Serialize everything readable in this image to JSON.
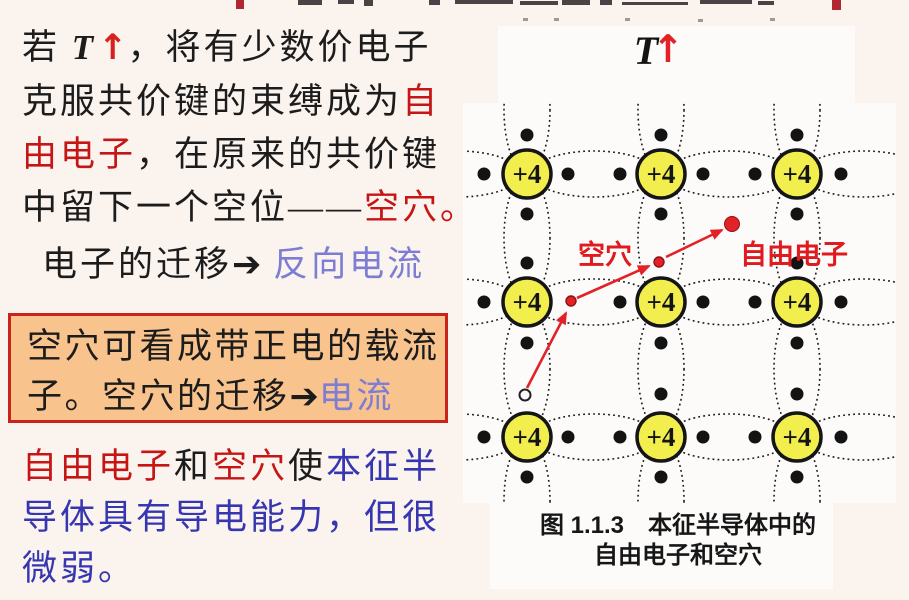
{
  "slide": {
    "p1": {
      "seg1": "若 ",
      "temp": "T",
      "arrow": "↑",
      "seg2": "，将有少数价电子",
      "l2_black": "克服共价键的束缚成为",
      "l2_red": "自",
      "l3_red": "由电子",
      "l3_black": "，在原来的共价键",
      "l4_black": "中留下一个空位——",
      "l4_red": "空穴。"
    },
    "p2": {
      "black": "电子的迁移",
      "arrow": "➔",
      "purple": "反向电流"
    },
    "box": {
      "l1": "空穴可看成带正电的载流",
      "l2_black": "子。空穴的迁移",
      "arrow": "➔",
      "l2_purple": "电流"
    },
    "p3": {
      "red1": "自由电子",
      "black1": "和",
      "red2": "空穴",
      "black2": "使",
      "blue1": "本征半",
      "l2_blue": "导体具有导电能力，但很",
      "l3_blue": "微弱。"
    }
  },
  "diagram": {
    "temp_label": "T",
    "temp_arrow": "↑",
    "atom_label": "+4",
    "hole_label": "空穴",
    "free_electron_label": "自由电子",
    "caption_line1": "图 1.1.3　本征半导体中的",
    "caption_line2": "自由电子和空穴"
  },
  "colors": {
    "background": "#faf3ee",
    "panel_white": "#fcfbfa",
    "text_black": "#1c1c1c",
    "text_red": "#c51515",
    "text_purple": "#7c7dd3",
    "text_blue": "#3636b0",
    "box_background": "#f8c38c",
    "box_border": "#c8241b",
    "diagram_red": "#e32227",
    "atom_yellow": "#f1ee4e"
  }
}
